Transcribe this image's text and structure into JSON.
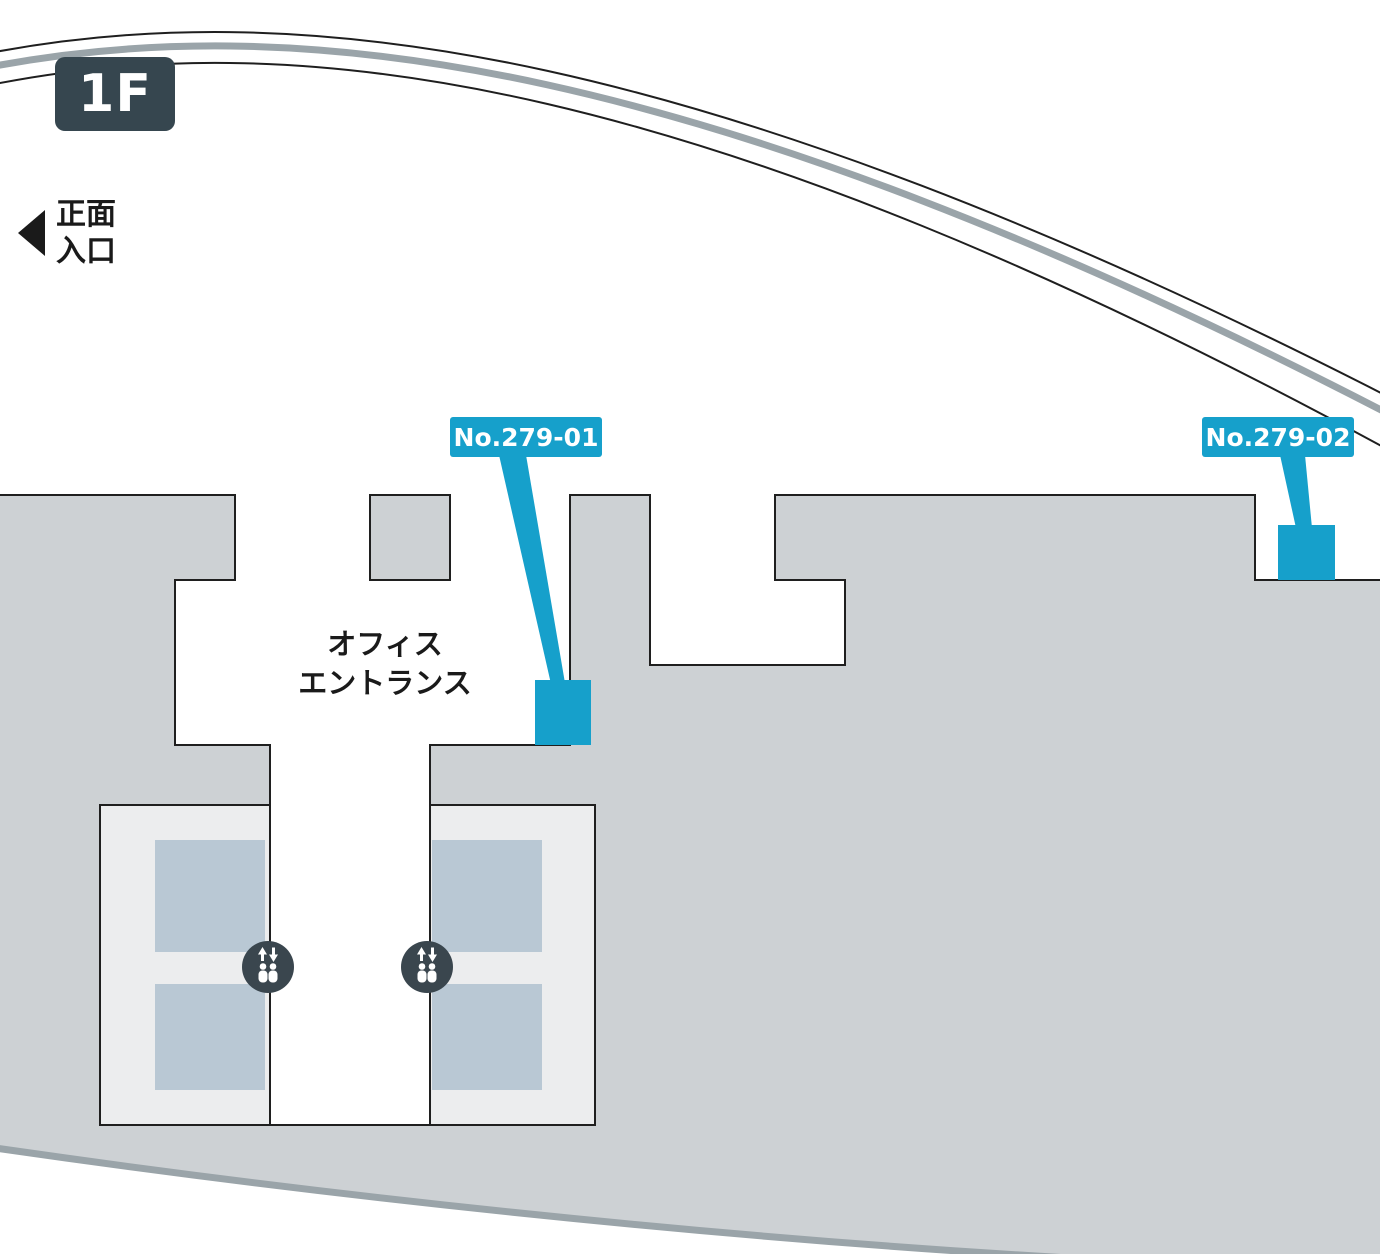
{
  "floor_badge": {
    "label": "1F"
  },
  "entrance": {
    "line1": "正面",
    "line2": "入口"
  },
  "office_entrance": {
    "line1": "オフィス",
    "line2": "エントランス"
  },
  "signage": {
    "s01": {
      "label": "No.279-01"
    },
    "s02": {
      "label": "No.279-02"
    }
  },
  "icons": {
    "entrance_arrow": "left-arrow-icon",
    "elevator": "elevator-icon"
  },
  "colors": {
    "accent_cyan": "#16A0CB",
    "floor_gray": "#CDD1D4",
    "hall_gray": "#ECEDEE",
    "shaft_blue_gray": "#B9C8D4",
    "badge_dark": "#36464F",
    "wall_gray": "#9AA4A9",
    "line_black": "#1F1F1F"
  }
}
